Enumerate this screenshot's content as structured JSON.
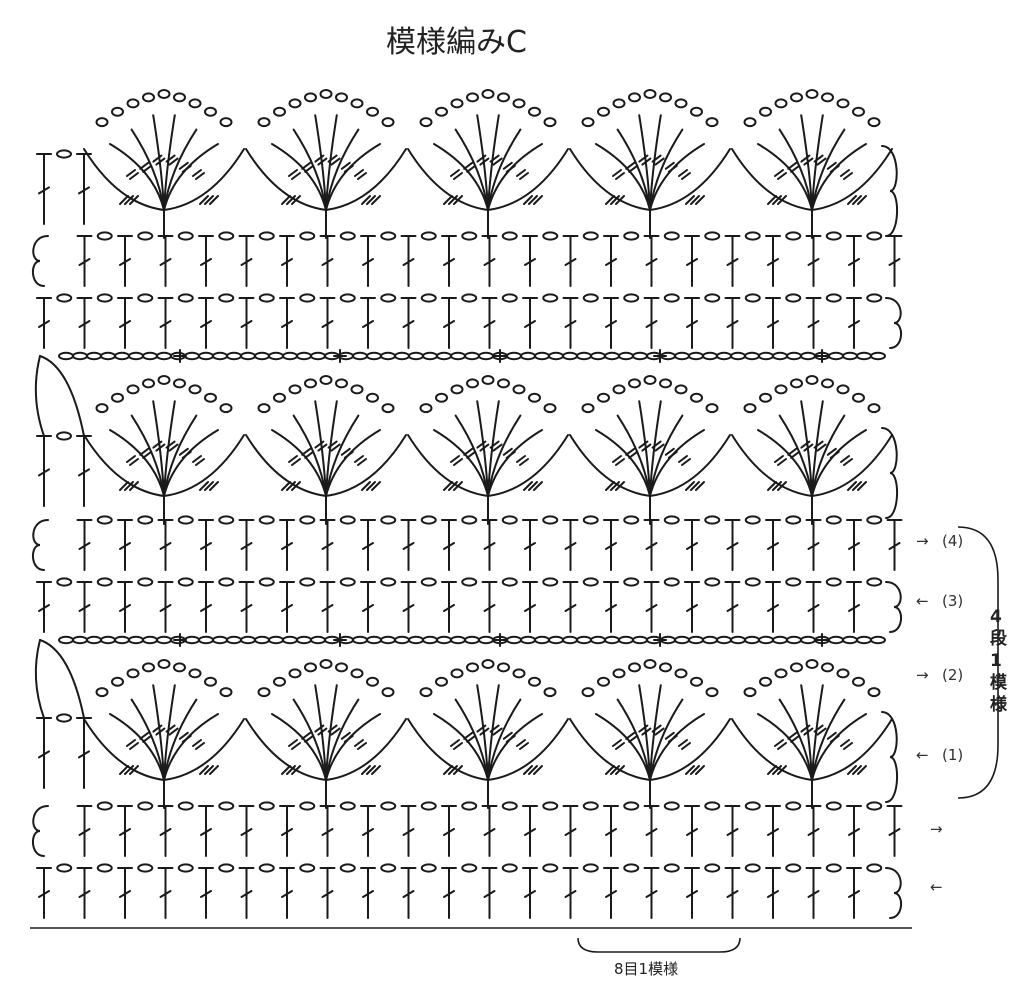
{
  "title": "模様編みC",
  "colors": {
    "ink": "#1a1a1a",
    "label": "#333333"
  },
  "row_labels": [
    {
      "number": "(4)",
      "arrow": "→"
    },
    {
      "number": "(3)",
      "arrow": "←"
    },
    {
      "number": "(2)",
      "arrow": "→"
    },
    {
      "number": "(1)",
      "arrow": "←"
    }
  ],
  "foundation_arrows": [
    "→",
    "←"
  ],
  "repeat_rows_label": [
    "4",
    "段",
    "1",
    "模",
    "様"
  ],
  "repeat_stitch_label": "8目1模様",
  "pattern": {
    "fans_per_row": 5,
    "fan_rows": 3,
    "dc_rows": 6,
    "stitches_per_repeat": 8
  }
}
